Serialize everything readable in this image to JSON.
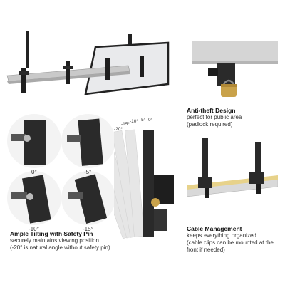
{
  "angles": {
    "top_left": "0°",
    "top_right": "-5°",
    "bottom_left": "-10°",
    "bottom_right": "-15°"
  },
  "tilt_scale": {
    "m20": "-20°",
    "m15": "-15°",
    "m10": "-10°",
    "m5": "-5°",
    "zero": "0°"
  },
  "sections": {
    "tilting": {
      "title": "Ample Tilting with Safety Pin",
      "line1": "securely maintains viewing position",
      "line2": "(-20° is natural angle without safety pin)"
    },
    "antitheft": {
      "title": "Anti-theft Design",
      "line1": "perfect for public area",
      "line2": "(padlock required)"
    },
    "cable": {
      "title": "Cable Management",
      "line1": "keeps everything organized",
      "line2": "(cable clips can be mounted at the",
      "line3": "front if needed)"
    }
  },
  "colors": {
    "metal_dark": "#2a2a2a",
    "rail_silver": "#c9c9c9",
    "padlock_gold": "#c9a24a",
    "cable_yellow": "#e7d28a"
  }
}
